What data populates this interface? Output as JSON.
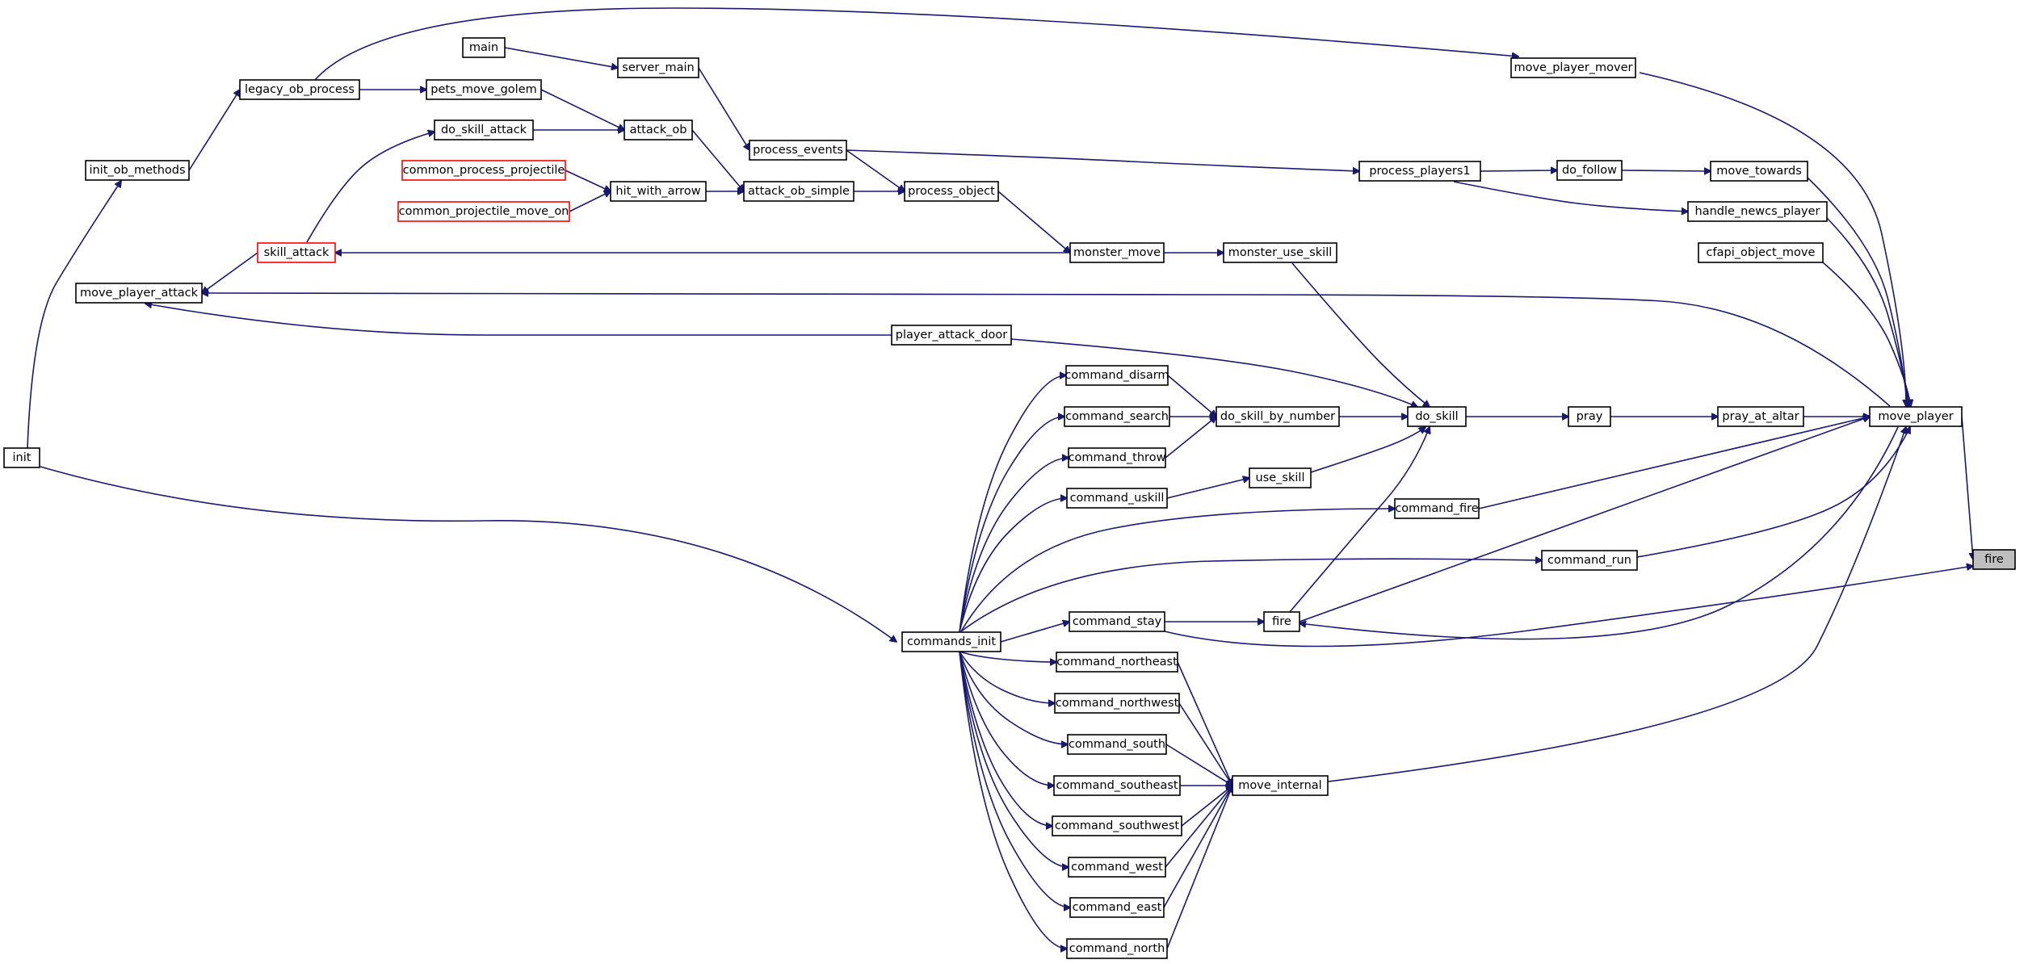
{
  "graph": {
    "type": "call-graph",
    "direction": "right-to-left",
    "colors": {
      "edge": "#191970",
      "node_border": "#000000",
      "truncated_border": "#ff0000",
      "current_fill": "#bfbfbf",
      "background": "#ffffff"
    },
    "nodes": [
      {
        "id": "fire",
        "label": "fire",
        "state": "current"
      },
      {
        "id": "move_player",
        "label": "move_player"
      },
      {
        "id": "move_player_mover",
        "label": "move_player_mover"
      },
      {
        "id": "legacy_ob_process",
        "label": "legacy_ob_process"
      },
      {
        "id": "init_ob_methods",
        "label": "init_ob_methods"
      },
      {
        "id": "init",
        "label": "init"
      },
      {
        "id": "move_towards",
        "label": "move_towards"
      },
      {
        "id": "do_follow",
        "label": "do_follow"
      },
      {
        "id": "process_players1",
        "label": "process_players1"
      },
      {
        "id": "process_events",
        "label": "process_events"
      },
      {
        "id": "server_main",
        "label": "server_main"
      },
      {
        "id": "main",
        "label": "main"
      },
      {
        "id": "handle_newcs_player",
        "label": "handle_newcs_player"
      },
      {
        "id": "cfapi_object_move",
        "label": "cfapi_object_move"
      },
      {
        "id": "move_player_attack",
        "label": "move_player_attack"
      },
      {
        "id": "skill_attack",
        "label": "skill_attack",
        "state": "truncated"
      },
      {
        "id": "do_skill_attack",
        "label": "do_skill_attack"
      },
      {
        "id": "attack_ob",
        "label": "attack_ob"
      },
      {
        "id": "pets_move_golem",
        "label": "pets_move_golem"
      },
      {
        "id": "attack_ob_simple",
        "label": "attack_ob_simple"
      },
      {
        "id": "hit_with_arrow",
        "label": "hit_with_arrow"
      },
      {
        "id": "common_process_projectile",
        "label": "common_process_projectile",
        "state": "truncated"
      },
      {
        "id": "common_projectile_move_on",
        "label": "common_projectile_move_on",
        "state": "truncated"
      },
      {
        "id": "process_object",
        "label": "process_object"
      },
      {
        "id": "monster_move",
        "label": "monster_move"
      },
      {
        "id": "monster_use_skill",
        "label": "monster_use_skill"
      },
      {
        "id": "player_attack_door",
        "label": "player_attack_door"
      },
      {
        "id": "pray_at_altar",
        "label": "pray_at_altar"
      },
      {
        "id": "pray",
        "label": "pray"
      },
      {
        "id": "do_skill",
        "label": "do_skill"
      },
      {
        "id": "do_skill_by_number",
        "label": "do_skill_by_number"
      },
      {
        "id": "command_disarm",
        "label": "command_disarm"
      },
      {
        "id": "command_search",
        "label": "command_search"
      },
      {
        "id": "command_throw",
        "label": "command_throw"
      },
      {
        "id": "use_skill",
        "label": "use_skill"
      },
      {
        "id": "command_uskill",
        "label": "command_uskill"
      },
      {
        "id": "command_fire",
        "label": "command_fire"
      },
      {
        "id": "command_run",
        "label": "command_run"
      },
      {
        "id": "fire_2",
        "label": "fire"
      },
      {
        "id": "command_stay",
        "label": "command_stay"
      },
      {
        "id": "commands_init",
        "label": "commands_init"
      },
      {
        "id": "move_internal",
        "label": "move_internal"
      },
      {
        "id": "command_northeast",
        "label": "command_northeast"
      },
      {
        "id": "command_northwest",
        "label": "command_northwest"
      },
      {
        "id": "command_south",
        "label": "command_south"
      },
      {
        "id": "command_southeast",
        "label": "command_southeast"
      },
      {
        "id": "command_southwest",
        "label": "command_southwest"
      },
      {
        "id": "command_west",
        "label": "command_west"
      },
      {
        "id": "command_east",
        "label": "command_east"
      },
      {
        "id": "command_north",
        "label": "command_north"
      }
    ],
    "edges": [
      {
        "from": "move_player",
        "to": "fire"
      },
      {
        "from": "command_stay",
        "to": "fire"
      },
      {
        "from": "move_player_mover",
        "to": "move_player"
      },
      {
        "from": "move_towards",
        "to": "move_player"
      },
      {
        "from": "handle_newcs_player",
        "to": "move_player"
      },
      {
        "from": "cfapi_object_move",
        "to": "move_player"
      },
      {
        "from": "move_player_attack",
        "to": "move_player"
      },
      {
        "from": "pray_at_altar",
        "to": "move_player"
      },
      {
        "from": "command_fire",
        "to": "move_player"
      },
      {
        "from": "command_run",
        "to": "move_player"
      },
      {
        "from": "fire_2",
        "to": "move_player"
      },
      {
        "from": "move_internal",
        "to": "move_player"
      },
      {
        "from": "legacy_ob_process",
        "to": "move_player_mover"
      },
      {
        "from": "init_ob_methods",
        "to": "legacy_ob_process"
      },
      {
        "from": "init",
        "to": "init_ob_methods"
      },
      {
        "from": "do_follow",
        "to": "move_towards"
      },
      {
        "from": "process_players1",
        "to": "do_follow"
      },
      {
        "from": "process_events",
        "to": "process_players1"
      },
      {
        "from": "server_main",
        "to": "process_events"
      },
      {
        "from": "main",
        "to": "server_main"
      },
      {
        "from": "process_players1",
        "to": "handle_newcs_player"
      },
      {
        "from": "skill_attack",
        "to": "move_player_attack"
      },
      {
        "from": "player_attack_door",
        "to": "move_player_attack"
      },
      {
        "from": "monster_move",
        "to": "skill_attack"
      },
      {
        "from": "do_skill_attack",
        "to": "attack_ob"
      },
      {
        "from": "pets_move_golem",
        "to": "attack_ob"
      },
      {
        "from": "legacy_ob_process",
        "to": "pets_move_golem"
      },
      {
        "from": "attack_ob",
        "to": "attack_ob_simple"
      },
      {
        "from": "hit_with_arrow",
        "to": "attack_ob_simple"
      },
      {
        "from": "common_process_projectile",
        "to": "hit_with_arrow"
      },
      {
        "from": "common_projectile_move_on",
        "to": "hit_with_arrow"
      },
      {
        "from": "attack_ob_simple",
        "to": "process_object"
      },
      {
        "from": "process_events",
        "to": "process_object"
      },
      {
        "from": "process_object",
        "to": "monster_move"
      },
      {
        "from": "monster_move",
        "to": "monster_use_skill"
      },
      {
        "from": "monster_use_skill",
        "to": "do_skill"
      },
      {
        "from": "player_attack_door",
        "to": "do_skill"
      },
      {
        "from": "skill_attack",
        "to": "do_skill_attack"
      },
      {
        "from": "pray",
        "to": "pray_at_altar"
      },
      {
        "from": "do_skill",
        "to": "pray"
      },
      {
        "from": "do_skill_by_number",
        "to": "do_skill"
      },
      {
        "from": "use_skill",
        "to": "do_skill"
      },
      {
        "from": "fire_2",
        "to": "do_skill"
      },
      {
        "from": "command_disarm",
        "to": "do_skill_by_number"
      },
      {
        "from": "command_search",
        "to": "do_skill_by_number"
      },
      {
        "from": "command_throw",
        "to": "do_skill_by_number"
      },
      {
        "from": "command_uskill",
        "to": "use_skill"
      },
      {
        "from": "command_stay",
        "to": "fire_2"
      },
      {
        "from": "move_player",
        "to": "fire_2"
      },
      {
        "from": "commands_init",
        "to": "command_disarm"
      },
      {
        "from": "commands_init",
        "to": "command_search"
      },
      {
        "from": "commands_init",
        "to": "command_throw"
      },
      {
        "from": "commands_init",
        "to": "command_uskill"
      },
      {
        "from": "commands_init",
        "to": "command_fire"
      },
      {
        "from": "commands_init",
        "to": "command_run"
      },
      {
        "from": "commands_init",
        "to": "command_stay"
      },
      {
        "from": "init",
        "to": "commands_init"
      },
      {
        "from": "commands_init",
        "to": "command_northeast"
      },
      {
        "from": "commands_init",
        "to": "command_northwest"
      },
      {
        "from": "commands_init",
        "to": "command_south"
      },
      {
        "from": "commands_init",
        "to": "command_southeast"
      },
      {
        "from": "commands_init",
        "to": "command_southwest"
      },
      {
        "from": "commands_init",
        "to": "command_west"
      },
      {
        "from": "commands_init",
        "to": "command_east"
      },
      {
        "from": "commands_init",
        "to": "command_north"
      },
      {
        "from": "command_northeast",
        "to": "move_internal"
      },
      {
        "from": "command_northwest",
        "to": "move_internal"
      },
      {
        "from": "command_south",
        "to": "move_internal"
      },
      {
        "from": "command_southeast",
        "to": "move_internal"
      },
      {
        "from": "command_southwest",
        "to": "move_internal"
      },
      {
        "from": "command_west",
        "to": "move_internal"
      },
      {
        "from": "command_east",
        "to": "move_internal"
      },
      {
        "from": "command_north",
        "to": "move_internal"
      }
    ]
  }
}
